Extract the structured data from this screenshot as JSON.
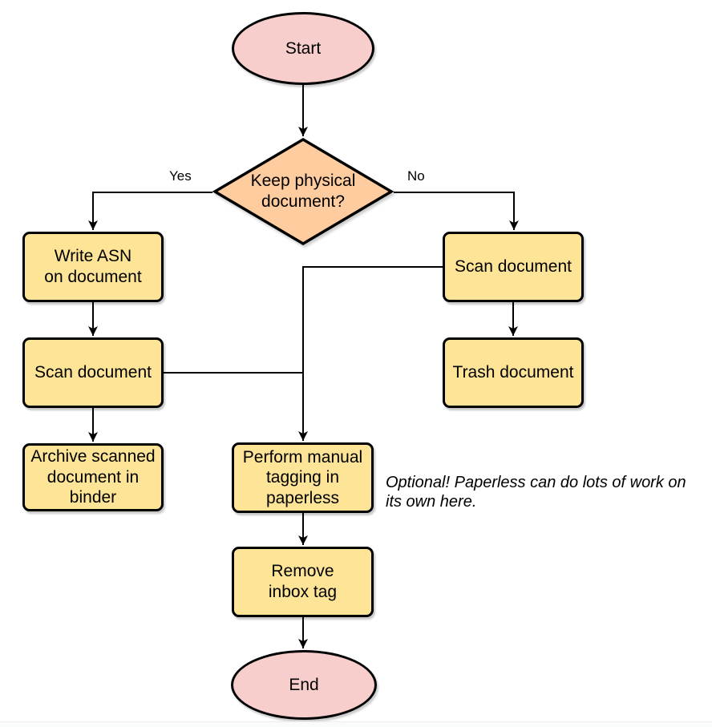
{
  "diagram_type": "flowchart",
  "nodes": {
    "start": {
      "label": "Start",
      "shape": "terminator",
      "fill": "#f8cecc"
    },
    "decision": {
      "label": "Keep physical\ndocument?",
      "shape": "decision",
      "fill": "#fecc9e"
    },
    "write_asn": {
      "label": "Write ASN\non document",
      "shape": "process",
      "fill": "#fde496"
    },
    "scan_keep": {
      "label": "Scan document",
      "shape": "process",
      "fill": "#fde496"
    },
    "archive": {
      "label": "Archive scanned\ndocument in\nbinder",
      "shape": "process",
      "fill": "#fde496"
    },
    "scan_trash": {
      "label": "Scan document",
      "shape": "process",
      "fill": "#fde496"
    },
    "trash": {
      "label": "Trash document",
      "shape": "process",
      "fill": "#fde496"
    },
    "manual_tagging": {
      "label": "Perform manual\ntagging in\npaperless",
      "shape": "process",
      "fill": "#fde496"
    },
    "remove_inbox_tag": {
      "label": "Remove\ninbox tag",
      "shape": "process",
      "fill": "#fde496"
    },
    "end": {
      "label": "End",
      "shape": "terminator",
      "fill": "#f8cecc"
    }
  },
  "edges": [
    {
      "from": "start",
      "to": "decision",
      "label": ""
    },
    {
      "from": "decision",
      "to": "write_asn",
      "label": "Yes"
    },
    {
      "from": "decision",
      "to": "scan_trash",
      "label": "No"
    },
    {
      "from": "write_asn",
      "to": "scan_keep",
      "label": ""
    },
    {
      "from": "scan_keep",
      "to": "archive",
      "label": ""
    },
    {
      "from": "scan_trash",
      "to": "trash",
      "label": ""
    },
    {
      "from": "scan_trash",
      "to": "manual_tagging",
      "label": ""
    },
    {
      "from": "scan_keep",
      "to": "manual_tagging",
      "label": ""
    },
    {
      "from": "manual_tagging",
      "to": "remove_inbox_tag",
      "label": ""
    },
    {
      "from": "remove_inbox_tag",
      "to": "end",
      "label": ""
    }
  ],
  "annotation": {
    "text": "Optional! Paperless can do lots of work on\nits own here."
  },
  "style": {
    "stroke": "#000000",
    "process_fill": "#fde496",
    "terminator_fill": "#f8cecc",
    "decision_fill": "#fecc9e",
    "background": "#ffffff"
  }
}
